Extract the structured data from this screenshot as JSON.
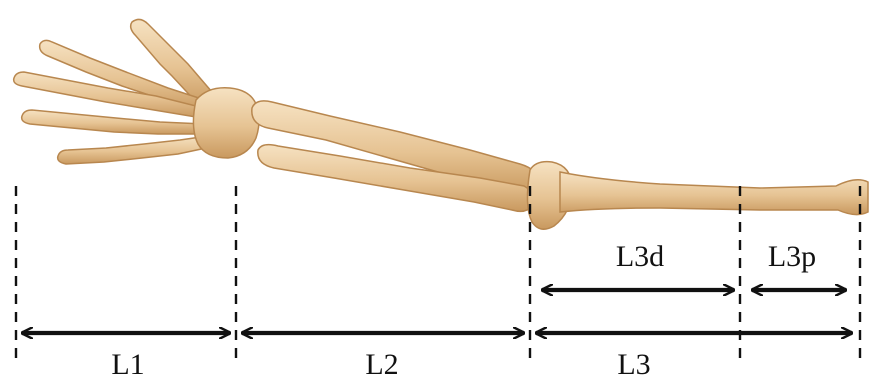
{
  "figure": {
    "colors": {
      "bone_fill": "#e9c99a",
      "bone_shade": "#c99a63",
      "bone_outline": "#b8874f",
      "line": "#111111",
      "background": "#ffffff"
    },
    "segments": [
      {
        "id": "L1",
        "label": "L1"
      },
      {
        "id": "L2",
        "label": "L2"
      },
      {
        "id": "L3",
        "label": "L3"
      },
      {
        "id": "L3d",
        "label": "L3d"
      },
      {
        "id": "L3p",
        "label": "L3p"
      }
    ]
  }
}
